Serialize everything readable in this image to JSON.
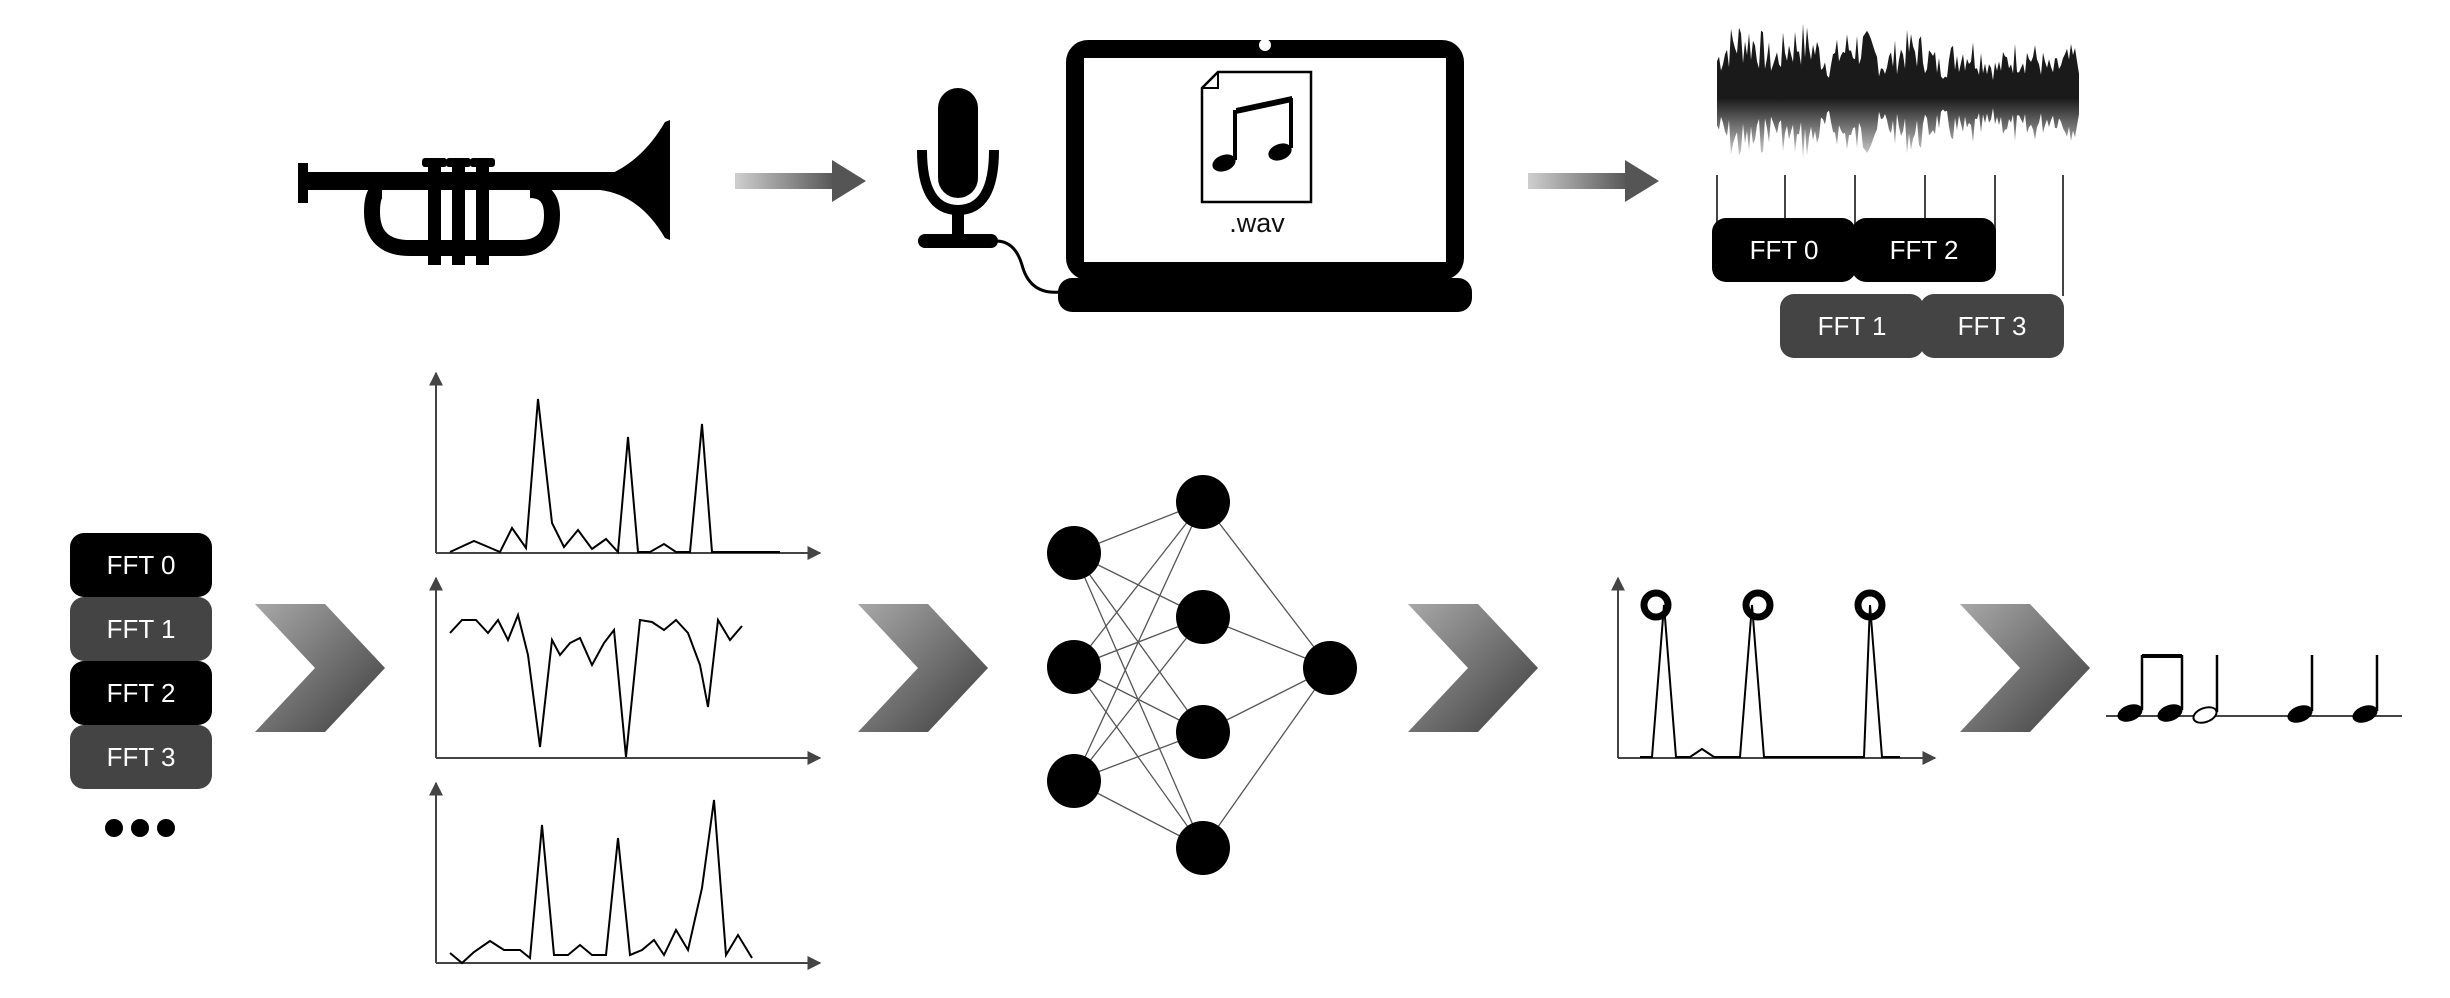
{
  "file_label": ".wav",
  "fft_segments": [
    "FFT 0",
    "FFT 2",
    "FFT 1",
    "FFT 3"
  ],
  "fft_stack": [
    "FFT 0",
    "FFT 1",
    "FFT 2",
    "FFT 3"
  ],
  "colors": {
    "black": "#000000",
    "dark_gray": "#444444",
    "arrow_gray": "#777777"
  },
  "icons": [
    "trumpet-icon",
    "microphone-icon",
    "laptop-icon",
    "music-file-icon",
    "waveform-icon",
    "neural-network-icon",
    "music-notes-icon",
    "ellipsis-icon"
  ]
}
